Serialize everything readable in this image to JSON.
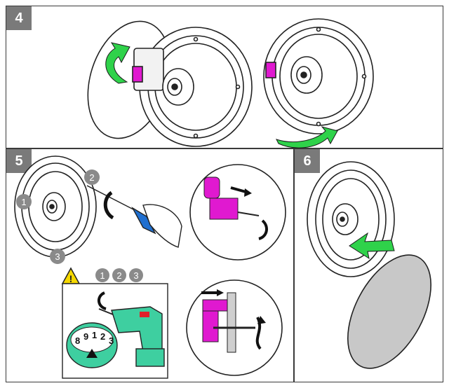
{
  "steps": {
    "s4": "4",
    "s5": "5",
    "s6": "6"
  },
  "callouts": {
    "c1": "1",
    "c2": "2",
    "c3": "3"
  },
  "dial_numbers": {
    "d8": "8",
    "d9": "9",
    "d1": "1",
    "d2": "2",
    "d3": "3"
  },
  "warning_symbol": "!",
  "colors": {
    "arrow_green": "#2fd24a",
    "magenta": "#e019d0",
    "drill_green": "#3ecfa0",
    "screwdriver_blue": "#1f6fd0",
    "step_gray": "#7a7a7a",
    "grille_gray": "#c8c8c8"
  },
  "icons": [
    "rotate-arrow-icon",
    "warning-icon",
    "push-arrow-icon"
  ]
}
